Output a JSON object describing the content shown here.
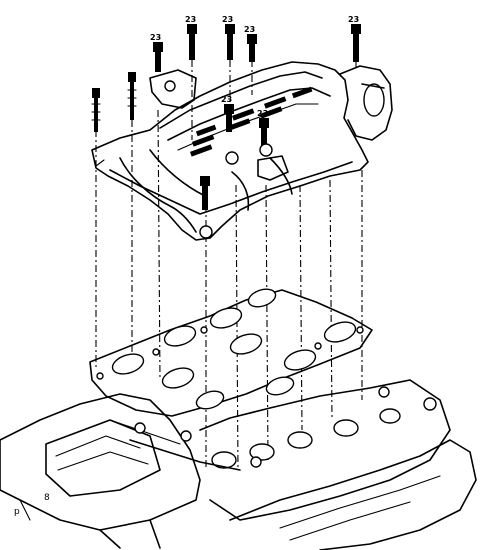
{
  "figure": {
    "callouts": {
      "bolt_a": "23",
      "bolt_b": "23",
      "bolt_c": "23",
      "bolt_d": "23",
      "bolt_e": "23",
      "bolt_f": "23",
      "bolt_g": "23"
    },
    "corner_labels": {
      "left": "p",
      "mid": "8"
    }
  }
}
